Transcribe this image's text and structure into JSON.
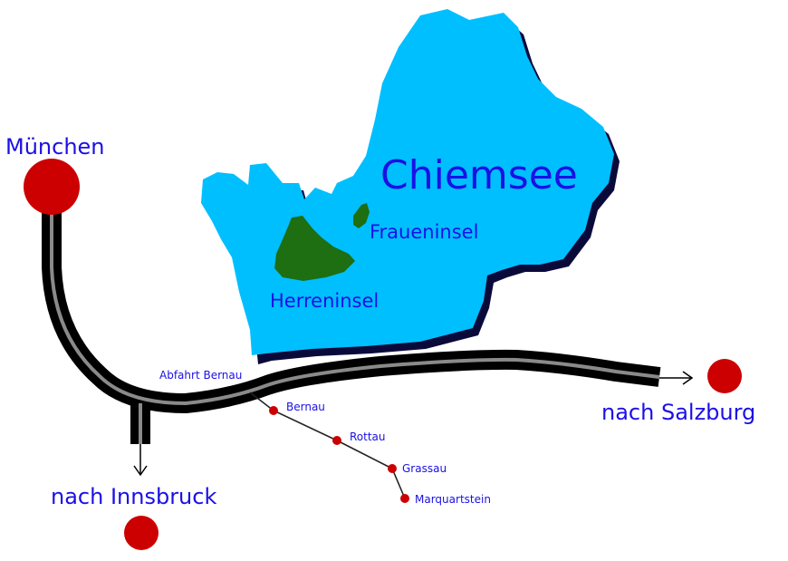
{
  "map": {
    "lake_name": "Chiemsee",
    "islands": {
      "frauen": "Fraueninsel",
      "herren": "Herreninsel"
    },
    "cities": {
      "munich": "München",
      "innsbruck": "nach Innsbruck",
      "salzburg": "nach Salzburg"
    },
    "exit_label": "Abfahrt Bernau",
    "stops": [
      "Bernau",
      "Rottau",
      "Grassau",
      "Marquartstein"
    ],
    "colors": {
      "lake": "#00bfff",
      "lake_shadow": "#0a0a3a",
      "island": "#1e6e12",
      "road": "#000000",
      "road_center": "#888888",
      "city_dot": "#cc0000",
      "label": "#1b10e6"
    }
  }
}
